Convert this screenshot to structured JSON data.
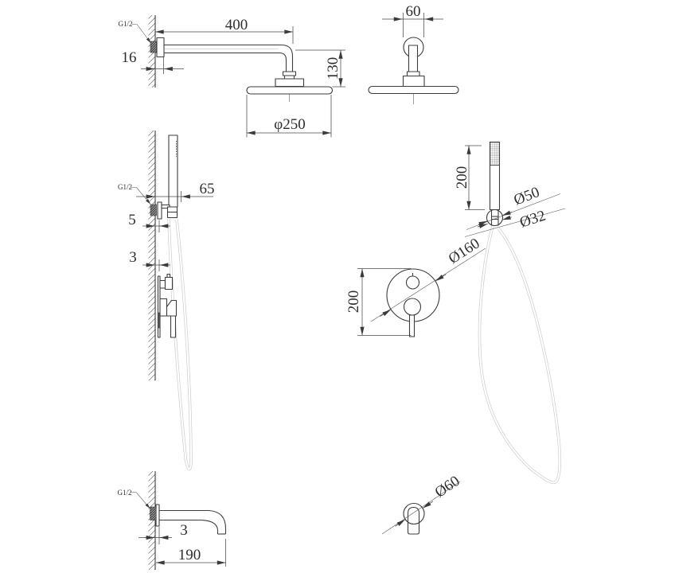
{
  "colors": {
    "line": "#3d3d3d",
    "dimension": "#4a4a4a",
    "light_line": "#cfcfcf",
    "text": "#2e2e2e",
    "background": "#ffffff"
  },
  "thread_label": "G1/2",
  "views": {
    "rain_shower_side": {
      "dims": {
        "arm_length": "400",
        "wall_plate_depth": "16",
        "head_drop": "130",
        "head_diameter": "φ250"
      }
    },
    "rain_shower_front": {
      "dims": {
        "flange_width": "60"
      }
    },
    "hand_shower_side": {
      "dims": {
        "holder_reach": "65",
        "holder_plate_depth": "5",
        "valve_plate_depth": "3"
      }
    },
    "hand_shower_front": {
      "dims": {
        "handle_length": "200",
        "handle_diameter": "Ø50",
        "connector_diameter": "Ø32"
      }
    },
    "mixer_front": {
      "dims": {
        "trim_height": "200",
        "trim_plate_diameter": "Ø160"
      }
    },
    "spout_side": {
      "dims": {
        "wall_plate_depth": "3",
        "spout_reach": "190"
      }
    },
    "spout_front": {
      "dims": {
        "flange_diameter": "Ø60"
      }
    }
  }
}
